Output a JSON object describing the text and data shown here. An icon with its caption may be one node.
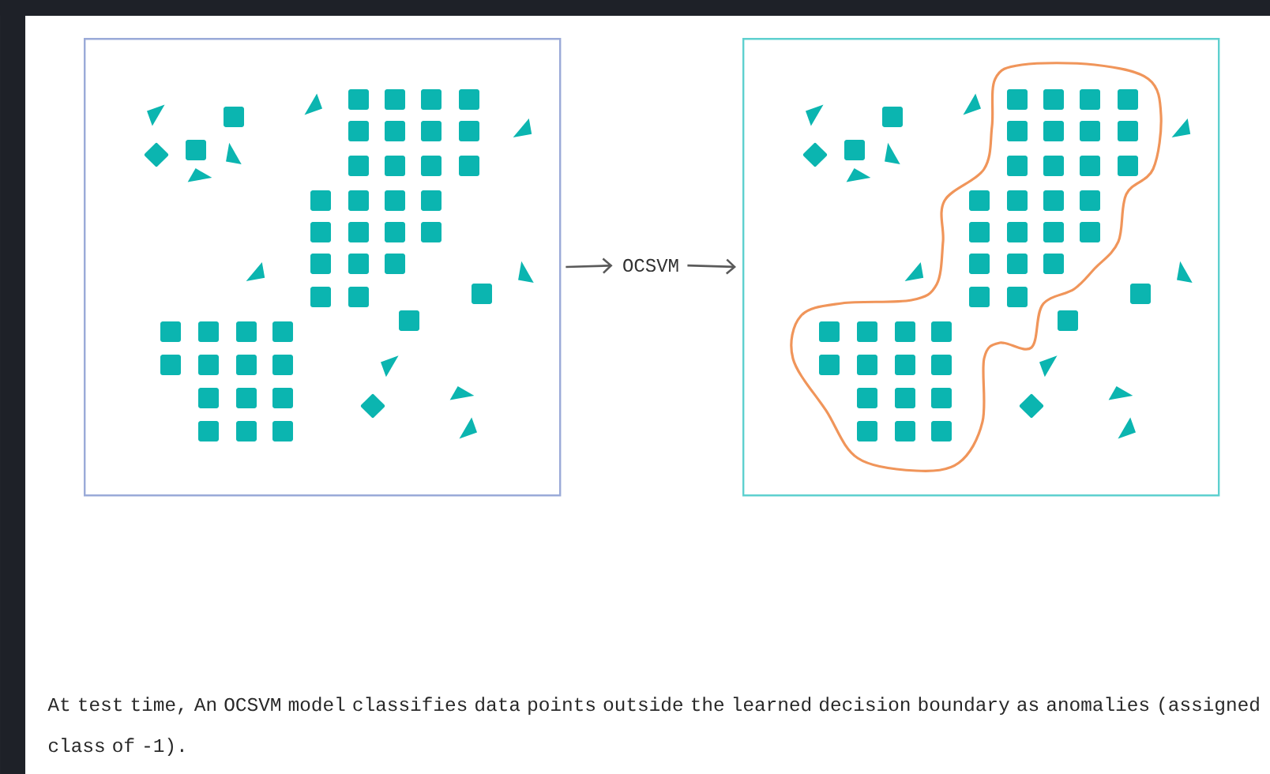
{
  "diagram": {
    "caption": "At test time, An OCSVM model classifies data points outside the learned decision boundary as anomalies (assigned class of -1).",
    "nodes": [
      {
        "text": [],
        "shape": "box"
      },
      {
        "text": [
          "OCSVM"
        ]
      },
      {
        "text": [],
        "shape": "box"
      }
    ],
    "edges": [
      {
        "from": 0,
        "to": 1,
        "arrow": "to"
      },
      {
        "from": 1,
        "to": 2,
        "arrow": "to"
      }
    ]
  }
}
